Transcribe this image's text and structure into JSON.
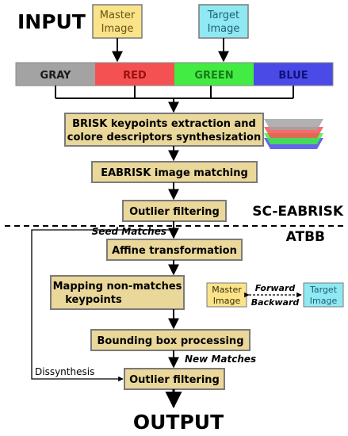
{
  "title_input": "INPUT",
  "title_output": "OUTPUT",
  "inputs": {
    "master": [
      "Master",
      "Image"
    ],
    "target": [
      "Target",
      "Image"
    ]
  },
  "channels": [
    "GRAY",
    "RED",
    "GREEN",
    "BLUE"
  ],
  "steps": {
    "brisk": [
      "BRISK keypoints extraction and",
      "colore descriptors synthesization"
    ],
    "eabrisk": "EABRISK image matching",
    "outlier1": "Outlier filtering",
    "affine": "Affine transformation",
    "mapping": [
      "Mapping non-matches",
      "keypoints"
    ],
    "bbox": "Bounding box processing",
    "outlier2": "Outlier filtering"
  },
  "section_labels": {
    "sc_eabrisk": "SC-EABRISK",
    "atbb": "ATBB"
  },
  "edge_labels": {
    "seed_matches": "Seed Matches",
    "new_matches": "New Matches",
    "dissynthesis": "Dissynthesis"
  },
  "legend": {
    "master": [
      "Master",
      "Image"
    ],
    "target": [
      "Target",
      "Image"
    ],
    "forward": "Forward",
    "backward": "Backward"
  },
  "colors": {
    "step_fill": "#ead79a",
    "master_fill": "#fbe38a",
    "target_fill": "#8fe9f2",
    "gray": "#a3a3a3",
    "red": "#f45252",
    "green": "#43ec43",
    "blue": "#4a4ae6"
  }
}
